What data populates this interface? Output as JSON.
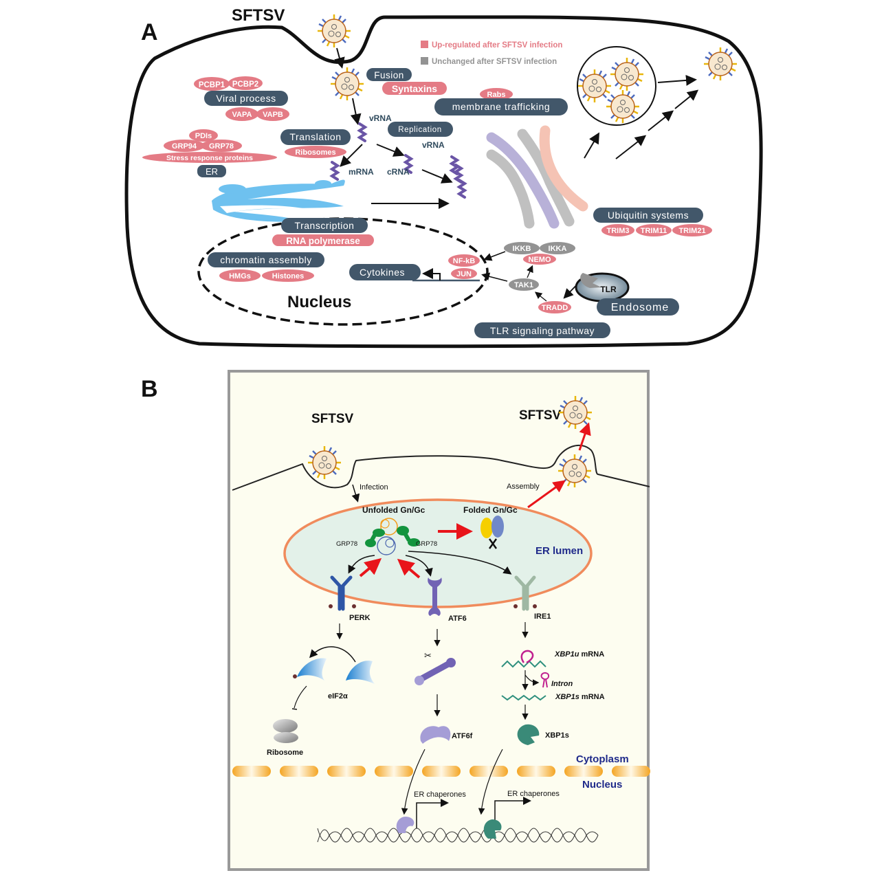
{
  "panel_a": {
    "label": "A",
    "virus_label": "SFTSV",
    "legend": [
      {
        "text": "Up-regulated after SFTSV infection",
        "color": "#e47b85"
      },
      {
        "text": "Unchanged after SFTSV infection",
        "color": "#939393"
      }
    ],
    "colors": {
      "category": "#42576a",
      "upregulated": "#e47b85",
      "unchanged": "#939393",
      "er": "#6ec1ef",
      "rna": "#6a55a6"
    },
    "viral_process": {
      "category": "Viral process",
      "proteins_top": [
        "PCBP1",
        "PCBP2"
      ],
      "proteins_bottom": [
        "VAPA",
        "VAPB"
      ]
    },
    "er_group": {
      "category": "ER",
      "proteins": [
        "PDIs",
        "GRP94",
        "GRP78",
        "Stress response proteins"
      ]
    },
    "fusion": {
      "category": "Fusion",
      "proteins": [
        "Syntaxins"
      ]
    },
    "translation": {
      "category": "Translation",
      "proteins": [
        "Ribosomes"
      ]
    },
    "replication": {
      "category": "Replication"
    },
    "membrane_trafficking": {
      "category": "membrane trafficking",
      "proteins": [
        "Rabs"
      ]
    },
    "rna_labels": {
      "vrna_top": "vRNA",
      "vrna_right": "vRNA",
      "mrna": "mRNA",
      "crna": "cRNA"
    },
    "transcription": {
      "category": "Transcription",
      "proteins": [
        "RNA polymerase"
      ]
    },
    "chromatin": {
      "category": "chromatin assembly",
      "proteins": [
        "HMGs",
        "Histones"
      ]
    },
    "cytokines": "Cytokines",
    "nucleus_tf": [
      "NF-kB",
      "JUN"
    ],
    "nucleus_label": "Nucleus",
    "ubiquitin": {
      "category": "Ubiquitin systems",
      "proteins": [
        "TRIM3",
        "TRIM11",
        "TRIM21"
      ]
    },
    "tlr_path": {
      "unchanged": [
        "IKKB",
        "IKKA",
        "TAK1"
      ],
      "upregulated": [
        "NEMO",
        "TRADD"
      ],
      "receptor": "TLR",
      "endosome": "Endosome",
      "category": "TLR signaling pathway"
    }
  },
  "panel_b": {
    "label": "B",
    "virus_left": "SFTSV",
    "virus_right": "SFTSV",
    "infection": "Infection",
    "assembly": "Assembly",
    "unfolded": "Unfolded Gn/Gc",
    "folded": "Folded Gn/Gc",
    "grp78_left": "GRP78",
    "grp78_right": "GRP78",
    "er_lumen": "ER lumen",
    "sensors": [
      "PERK",
      "ATF6",
      "IRE1"
    ],
    "eif2a": "eIF2α",
    "ribosome": "Ribosome",
    "atf6f": "ATF6f",
    "xbp1u_gene": "XBP1u",
    "xbp1s_gene": "XBP1s",
    "mrna_suffix": " mRNA",
    "intron": "Intron",
    "xbp1s_protein": "XBP1s",
    "cytoplasm": "Cytoplasm",
    "nucleus": "Nucleus",
    "er_chaperones_1": "ER chaperones",
    "er_chaperones_2": "ER chaperones",
    "colors": {
      "background": "#fdfdf0",
      "er_fill": "#e3f1e9",
      "er_border": "#f08b5c",
      "red_arrow": "#e8141a",
      "perk": "#2e56a6",
      "atf6": "#7163b4",
      "ire1": "#9fb8a3",
      "xbp1s": "#3a8a78",
      "membrane_dash": "#f4a523",
      "label_navy": "#1f2a8a"
    }
  }
}
